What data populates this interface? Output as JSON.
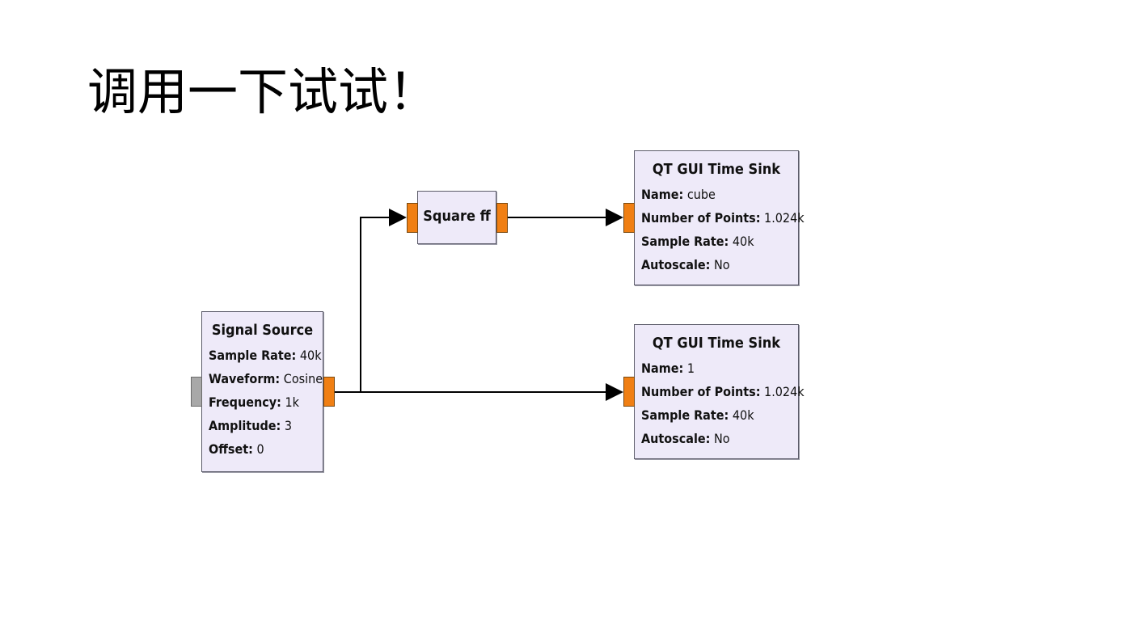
{
  "slide": {
    "title": "调用一下试试！"
  },
  "blocks": {
    "signal_source": {
      "title": "Signal Source",
      "params": [
        {
          "key": "Sample Rate:",
          "value": "40k"
        },
        {
          "key": "Waveform:",
          "value": "Cosine"
        },
        {
          "key": "Frequency:",
          "value": "1k"
        },
        {
          "key": "Amplitude:",
          "value": "3"
        },
        {
          "key": "Offset:",
          "value": "0"
        }
      ]
    },
    "square": {
      "title": "Square ff"
    },
    "time_sink_cube": {
      "title": "QT GUI Time Sink",
      "params": [
        {
          "key": "Name:",
          "value": "cube"
        },
        {
          "key": "Number of Points:",
          "value": "1.024k"
        },
        {
          "key": "Sample Rate:",
          "value": "40k"
        },
        {
          "key": "Autoscale:",
          "value": "No"
        }
      ]
    },
    "time_sink_1": {
      "title": "QT GUI Time Sink",
      "params": [
        {
          "key": "Name:",
          "value": "1"
        },
        {
          "key": "Number of Points:",
          "value": "1.024k"
        },
        {
          "key": "Sample Rate:",
          "value": "40k"
        },
        {
          "key": "Autoscale:",
          "value": "No"
        }
      ]
    }
  },
  "colors": {
    "block_fill": "#eeeaf9",
    "port_active": "#f07f13",
    "port_disabled": "#a8a8a8",
    "wire": "#000000"
  }
}
